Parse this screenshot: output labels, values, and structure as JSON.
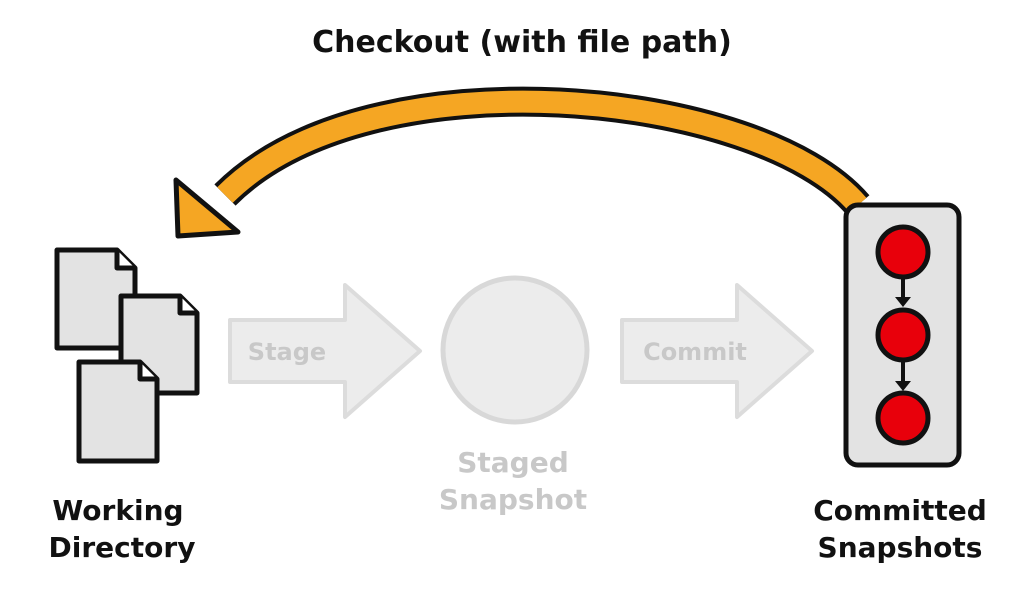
{
  "title": "Checkout (with file path)",
  "nodes": {
    "working_directory": [
      "Working",
      "Directory"
    ],
    "staged_snapshot": [
      "Staged",
      "Snapshot"
    ],
    "committed_snapshots": [
      "Committed",
      "Snapshots"
    ]
  },
  "arrows": {
    "stage": "Stage",
    "commit": "Commit"
  },
  "colors": {
    "checkout_arrow": "#f5a623",
    "commit_dot": "#e8000b",
    "faded": "#e6e6e6",
    "faded_text": "#c8c8c8"
  }
}
